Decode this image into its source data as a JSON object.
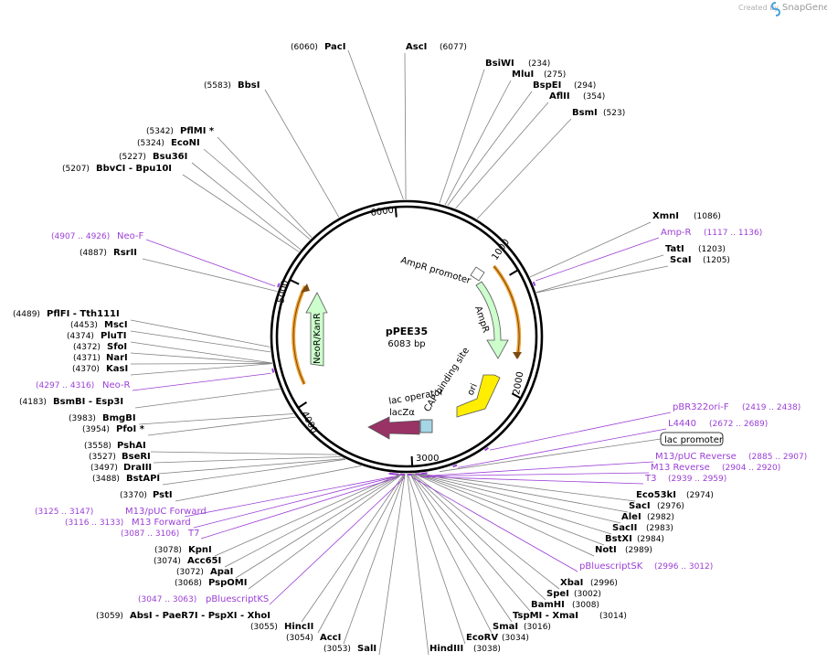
{
  "header": {
    "credit": "Created by",
    "brand": "SnapGene"
  },
  "plasmid": {
    "name": "pPEE35",
    "size_label": "6083 bp",
    "length": 6083
  },
  "ticks": [
    "1000",
    "2000",
    "3000",
    "4000",
    "5000",
    "6000"
  ],
  "enzymes": [
    {
      "id": "paci",
      "parts": [
        "PacI"
      ],
      "pos": "(6060)"
    },
    {
      "id": "asci",
      "parts": [
        "AscI"
      ],
      "pos": "(6077)"
    },
    {
      "id": "bsiwi",
      "parts": [
        "BsiWI"
      ],
      "pos": "(234)"
    },
    {
      "id": "mlui",
      "parts": [
        "MluI"
      ],
      "pos": "(275)"
    },
    {
      "id": "bspei",
      "parts": [
        "BspEI"
      ],
      "pos": "(294)"
    },
    {
      "id": "aflii",
      "parts": [
        "AflII"
      ],
      "pos": "(354)"
    },
    {
      "id": "bsmi",
      "parts": [
        "BsmI"
      ],
      "pos": "(523)"
    },
    {
      "id": "bbsi",
      "parts": [
        "BbsI"
      ],
      "pos": "(5583)"
    },
    {
      "id": "pflmi",
      "parts": [
        "PflMI *"
      ],
      "pos": "(5342)"
    },
    {
      "id": "econi",
      "parts": [
        "EcoNI"
      ],
      "pos": "(5324)"
    },
    {
      "id": "bsu36i",
      "parts": [
        "Bsu36I"
      ],
      "pos": "(5227)"
    },
    {
      "id": "bbvci",
      "parts": [
        "BbvCI",
        "- Bpu10I"
      ],
      "pos": "(5207)"
    },
    {
      "id": "xmni",
      "parts": [
        "XmnI"
      ],
      "pos": "(1086)"
    },
    {
      "id": "tati",
      "parts": [
        "TatI"
      ],
      "pos": "(1203)"
    },
    {
      "id": "scai",
      "parts": [
        "ScaI"
      ],
      "pos": "(1205)"
    },
    {
      "id": "rsrii",
      "parts": [
        "RsrII"
      ],
      "pos": "(4887)"
    },
    {
      "id": "pflfi",
      "parts": [
        "PflFI",
        "- Tth111I"
      ],
      "pos": "(4489)"
    },
    {
      "id": "msci",
      "parts": [
        "MscI"
      ],
      "pos": "(4453)"
    },
    {
      "id": "plui",
      "parts": [
        "PluTI"
      ],
      "pos": "(4374)"
    },
    {
      "id": "sfoi",
      "parts": [
        "SfoI"
      ],
      "pos": "(4372)"
    },
    {
      "id": "nari",
      "parts": [
        "NarI"
      ],
      "pos": "(4371)"
    },
    {
      "id": "kasi",
      "parts": [
        "KasI"
      ],
      "pos": "(4370)"
    },
    {
      "id": "bsmbi",
      "parts": [
        "BsmBI",
        "- Esp3I"
      ],
      "pos": "(4183)"
    },
    {
      "id": "bmgbi",
      "parts": [
        "BmgBI"
      ],
      "pos": "(3983)"
    },
    {
      "id": "pfoi",
      "parts": [
        "PfoI *"
      ],
      "pos": "(3954)"
    },
    {
      "id": "pshai",
      "parts": [
        "PshAI"
      ],
      "pos": "(3558)"
    },
    {
      "id": "bseri",
      "parts": [
        "BseRI"
      ],
      "pos": "(3527)"
    },
    {
      "id": "draiii",
      "parts": [
        "DraIII"
      ],
      "pos": "(3497)"
    },
    {
      "id": "bstapi",
      "parts": [
        "BstAPI"
      ],
      "pos": "(3488)"
    },
    {
      "id": "psti",
      "parts": [
        "PstI"
      ],
      "pos": "(3370)"
    },
    {
      "id": "kpni",
      "parts": [
        "KpnI"
      ],
      "pos": "(3078)"
    },
    {
      "id": "acc65i",
      "parts": [
        "Acc65I"
      ],
      "pos": "(3074)"
    },
    {
      "id": "apai",
      "parts": [
        "ApaI"
      ],
      "pos": "(3072)"
    },
    {
      "id": "pspomi",
      "parts": [
        "PspOMI"
      ],
      "pos": "(3068)"
    },
    {
      "id": "absi",
      "parts": [
        "AbsI",
        "- PaeR7I",
        "- PspXI",
        "- XhoI"
      ],
      "pos": "(3059)"
    },
    {
      "id": "hincii",
      "parts": [
        "HincII"
      ],
      "pos": "(3055)"
    },
    {
      "id": "acci",
      "parts": [
        "AccI"
      ],
      "pos": "(3054)"
    },
    {
      "id": "sali",
      "parts": [
        "SalI"
      ],
      "pos": "(3053)"
    },
    {
      "id": "hindiii",
      "parts": [
        "HindIII"
      ],
      "pos": "(3038)"
    },
    {
      "id": "ecorv",
      "parts": [
        "EcoRV"
      ],
      "pos": "(3034)"
    },
    {
      "id": "smai",
      "parts": [
        "SmaI"
      ],
      "pos": "(3016)"
    },
    {
      "id": "tspmi",
      "parts": [
        "TspMI",
        "- XmaI"
      ],
      "pos": "(3014)"
    },
    {
      "id": "bamhi",
      "parts": [
        "BamHI"
      ],
      "pos": "(3008)"
    },
    {
      "id": "spei",
      "parts": [
        "SpeI"
      ],
      "pos": "(3002)"
    },
    {
      "id": "xbai",
      "parts": [
        "XbaI"
      ],
      "pos": "(2996)"
    },
    {
      "id": "noti",
      "parts": [
        "NotI"
      ],
      "pos": "(2989)"
    },
    {
      "id": "bstxi",
      "parts": [
        "BstXI"
      ],
      "pos": "(2984)"
    },
    {
      "id": "sacii",
      "parts": [
        "SacII"
      ],
      "pos": "(2983)"
    },
    {
      "id": "alei",
      "parts": [
        "AleI"
      ],
      "pos": "(2982)"
    },
    {
      "id": "saci",
      "parts": [
        "SacI"
      ],
      "pos": "(2976)"
    },
    {
      "id": "eco53ki",
      "parts": [
        "Eco53kI"
      ],
      "pos": "(2974)"
    }
  ],
  "primers": [
    {
      "id": "neof",
      "name": "Neo-F",
      "range": "(4907 .. 4926)"
    },
    {
      "id": "ampr",
      "name": "Amp-R",
      "range": "(1117 .. 1136)"
    },
    {
      "id": "neor",
      "name": "Neo-R",
      "range": "(4297 .. 4316)"
    },
    {
      "id": "pbr322",
      "name": "pBR322ori-F",
      "range": "(2419 .. 2438)"
    },
    {
      "id": "l4440",
      "name": "L4440",
      "range": "(2672 .. 2689)"
    },
    {
      "id": "m13pucrev",
      "name": "M13/pUC Reverse",
      "range": "(2885 .. 2907)"
    },
    {
      "id": "m13rev",
      "name": "M13 Reverse",
      "range": "(2904 .. 2920)"
    },
    {
      "id": "t3",
      "name": "T3",
      "range": "(2939 .. 2959)"
    },
    {
      "id": "m13pucfwd",
      "name": "M13/pUC Forward",
      "range": "(3125 .. 3147)"
    },
    {
      "id": "m13fwd",
      "name": "M13 Forward",
      "range": "(3116 .. 3133)"
    },
    {
      "id": "t7",
      "name": "T7",
      "range": "(3087 .. 3106)"
    },
    {
      "id": "pbsks",
      "name": "pBluescriptKS",
      "range": "(3047 .. 3063)"
    },
    {
      "id": "pbssk",
      "name": "pBluescriptSK",
      "range": "(2996 .. 3012)"
    }
  ],
  "boxed_feature": {
    "name": "lac promoter"
  },
  "features": {
    "ampr_promoter": "AmpR promoter",
    "ampr": "AmpR",
    "ori": "ori",
    "cap": "CAP binding site",
    "lac_operator": "lac operator",
    "lacz": "lacZα",
    "neo": "NeoR/KanR"
  },
  "colors": {
    "backbone": "#000000",
    "primer": "#9b3fd6",
    "ampr_fill": "#ccffcc",
    "neo_fill": "#ccffcc",
    "ori_fill": "#ffee00",
    "lacz_fill": "#993366",
    "orange_arc": "#f0a030",
    "promoter_fill": "#ffffff",
    "leader": "#808080"
  }
}
